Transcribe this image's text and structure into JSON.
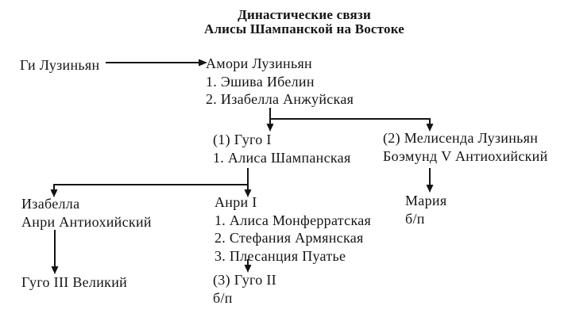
{
  "title": {
    "line1": "Династические связи",
    "line2": "Алисы Шампанской на Востоке"
  },
  "nodes": {
    "guy_lusignan": {
      "lines": [
        "Ги Лузиньян"
      ]
    },
    "amaury_lusignan": {
      "lines": [
        "Амори Лузиньян",
        "1. Эшива Ибелин",
        "2. Изабелла Анжуйская"
      ]
    },
    "hugo_1": {
      "lines": [
        "(1) Гуго I",
        "1. Алиса Шампанская"
      ]
    },
    "melisende_lusignan": {
      "lines": [
        "(2) Мелисенда Лузиньян",
        "Боэмунд V Антиохийский"
      ]
    },
    "isabella": {
      "lines": [
        "Изабелла",
        "Анри Антиохийский"
      ]
    },
    "henri_1": {
      "lines": [
        "Анри I",
        "1. Алиса Монферратская",
        "2. Стефания Армянская",
        "3. Плесанция Пуатье"
      ]
    },
    "maria": {
      "lines": [
        "Мария",
        "б/п"
      ]
    },
    "hugo_3": {
      "lines": [
        "Гуго III Великий"
      ]
    },
    "hugo_2": {
      "lines": [
        "(3) Гуго II",
        "б/п"
      ]
    }
  },
  "colors": {
    "text": "#141414",
    "line": "#141414",
    "background": "#ffffff"
  }
}
